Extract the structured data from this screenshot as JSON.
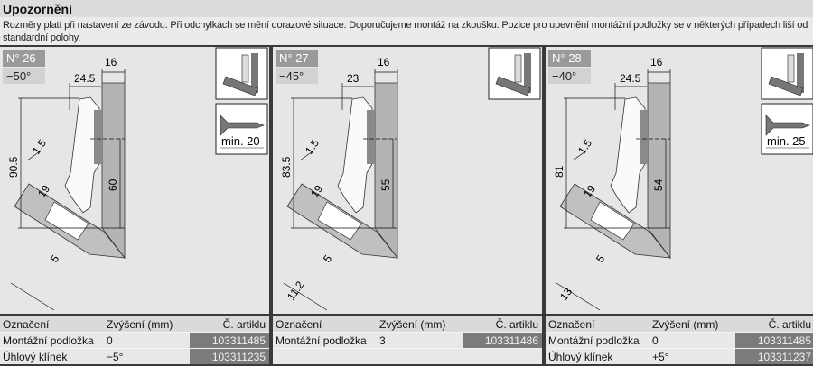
{
  "header": {
    "title": "Upozornění",
    "note": "Rozměry platí při nastavení ze závodu. Při odchylkách se mění dorazové situace. Doporučujeme montáž na zkoušku. Pozice pro upevnění montážní podložky se v některých případech liší od standardní polohy."
  },
  "panels": [
    {
      "number": "N° 26",
      "angle": "−50°",
      "dims": {
        "top": "16",
        "width": "24.5",
        "height": "90.5",
        "pos": "60",
        "gap": "1.5",
        "thick": "19",
        "b1": "5",
        "b2": ""
      },
      "screw": "min. 20"
    },
    {
      "number": "N° 27",
      "angle": "−45°",
      "dims": {
        "top": "16",
        "width": "23",
        "height": "83.5",
        "pos": "55",
        "gap": "1.5",
        "thick": "19",
        "b1": "5",
        "b2": "11.2"
      },
      "screw": ""
    },
    {
      "number": "N° 28",
      "angle": "−40°",
      "dims": {
        "top": "16",
        "width": "24.5",
        "height": "81",
        "pos": "54",
        "gap": "1.5",
        "thick": "19",
        "b1": "5",
        "b2": "13"
      },
      "screw": "min. 25"
    }
  ],
  "tables": [
    {
      "headers": [
        "Označení",
        "Zvýšení (mm)",
        "Č. artiklu"
      ],
      "rows": [
        [
          "Montážní podložka",
          "0",
          "103311485"
        ],
        [
          "Úhlový klínek",
          "−5°",
          "103311235"
        ]
      ]
    },
    {
      "headers": [
        "Označení",
        "Zvýšení (mm)",
        "Č. artiklu"
      ],
      "rows": [
        [
          "Montážní podložka",
          "3",
          "103311486"
        ]
      ]
    },
    {
      "headers": [
        "Označení",
        "Zvýšení (mm)",
        "Č. artiklu"
      ],
      "rows": [
        [
          "Montážní podložka",
          "0",
          "103311485"
        ],
        [
          "Úhlový klínek",
          "+5°",
          "103311237"
        ]
      ]
    }
  ],
  "colors": {
    "badge": "#9a9a9a",
    "panel": "#e6e6e6",
    "article": "#7b7b7b"
  }
}
